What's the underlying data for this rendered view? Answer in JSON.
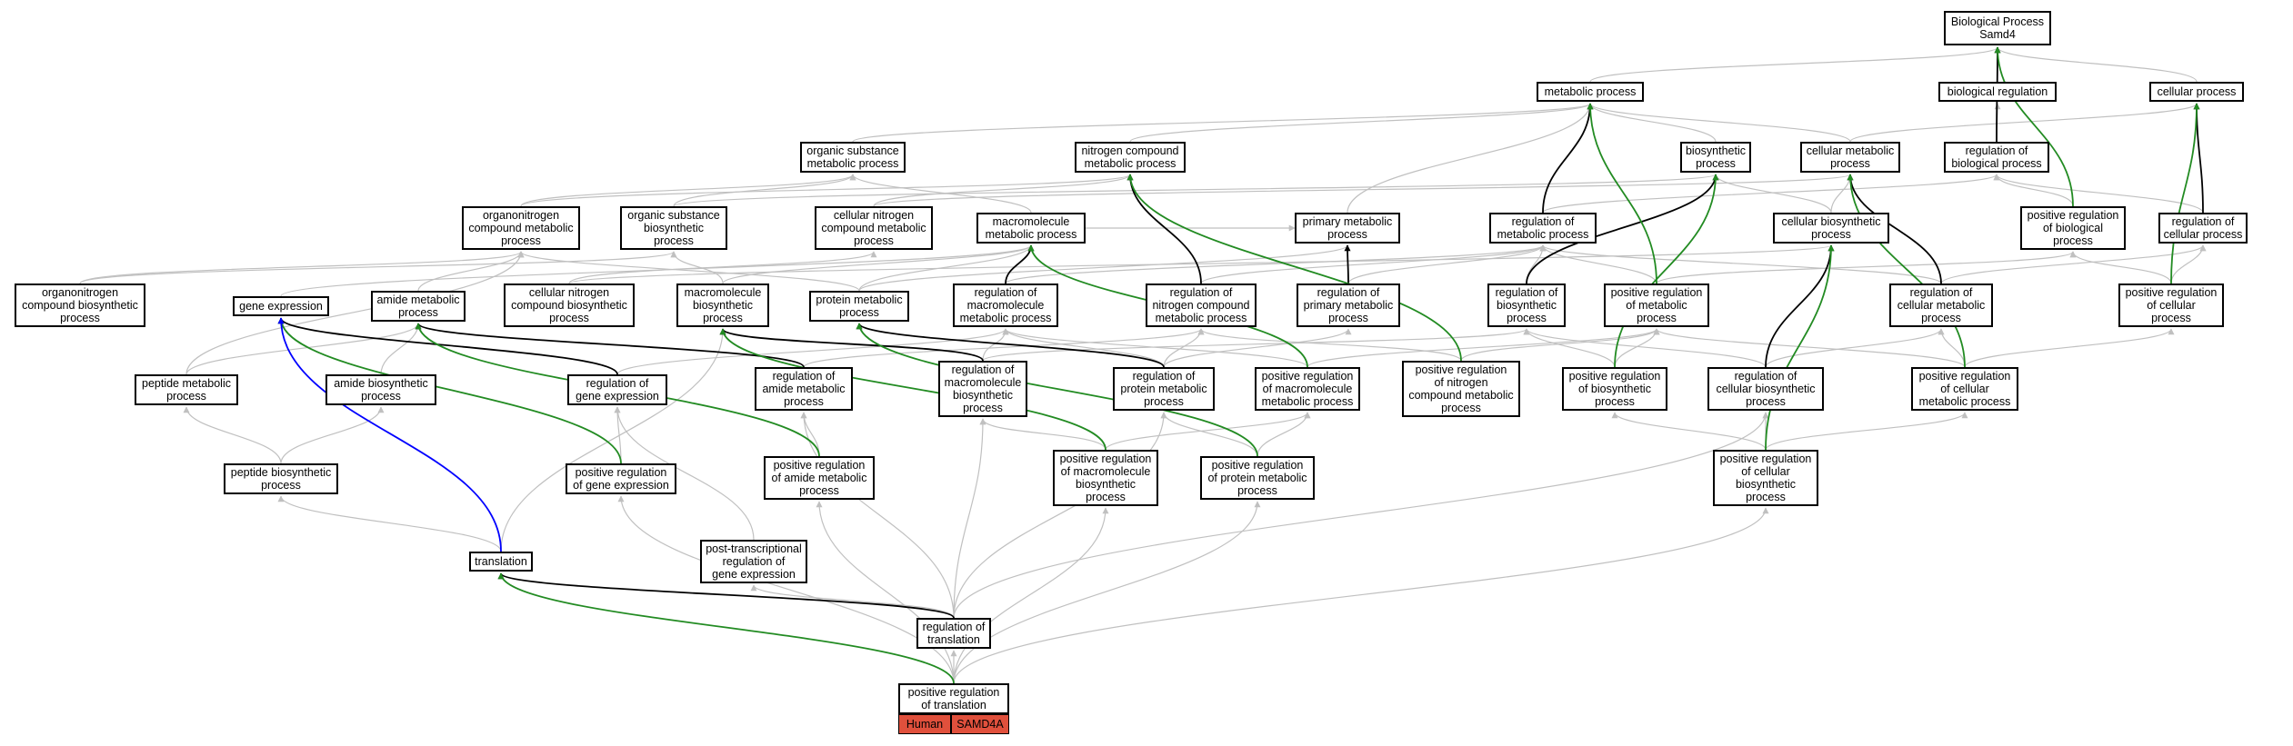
{
  "colors": {
    "grey": "#c0c0c0",
    "black": "#000000",
    "green": "#228b22",
    "blue": "#0000ff",
    "tag": "#e0503c"
  },
  "graph_title": "Biological Process\nSamd4",
  "tags": {
    "species": "Human",
    "gene": "SAMD4A"
  },
  "nodes": {
    "root": "Biological Process\nSamd4",
    "metabolic": "metabolic process",
    "bioreg": "biological regulation",
    "cellular": "cellular process",
    "orgsub_met": "organic substance\nmetabolic process",
    "nitro_met": "nitrogen compound\nmetabolic process",
    "biosyn": "biosynthetic\nprocess",
    "cell_met": "cellular metabolic\nprocess",
    "reg_bio": "regulation of\nbiological process",
    "orgnitro_met": "organonitrogen\ncompound metabolic\nprocess",
    "orgsub_bio": "organic substance\nbiosynthetic\nprocess",
    "cellnitro_met": "cellular nitrogen\ncompound metabolic\nprocess",
    "macro_met": "macromolecule\nmetabolic process",
    "primary_met": "primary metabolic\nprocess",
    "reg_met": "regulation of\nmetabolic process",
    "cell_bio": "cellular biosynthetic\nprocess",
    "posreg_bio": "positive regulation\nof biological\nprocess",
    "reg_cell": "regulation of\ncellular process",
    "orgnitro_bio": "organonitrogen\ncompound biosynthetic\nprocess",
    "gene_expr": "gene expression",
    "amide_met": "amide metabolic\nprocess",
    "cellnitro_bio": "cellular nitrogen\ncompound biosynthetic\nprocess",
    "macro_bio": "macromolecule\nbiosynthetic\nprocess",
    "protein_met": "protein metabolic\nprocess",
    "reg_macro_met": "regulation of\nmacromolecule\nmetabolic process",
    "reg_nitro": "regulation of\nnitrogen compound\nmetabolic process",
    "reg_prim": "regulation of\nprimary metabolic\nprocess",
    "reg_biosyn": "regulation of\nbiosynthetic\nprocess",
    "posreg_met": "positive regulation\nof metabolic\nprocess",
    "reg_cell_met": "regulation of\ncellular metabolic\nprocess",
    "posreg_cell": "positive regulation\nof cellular\nprocess",
    "peptide_met": "peptide metabolic\nprocess",
    "amide_bio": "amide biosynthetic\nprocess",
    "reg_gene": "regulation of\ngene expression",
    "reg_amide": "regulation of\namide metabolic\nprocess",
    "reg_macro_bio": "regulation of\nmacromolecule\nbiosynthetic\nprocess",
    "reg_protein": "regulation of\nprotein metabolic\nprocess",
    "posreg_macro_met": "positive regulation\nof macromolecule\nmetabolic process",
    "posreg_nitro": "positive regulation\nof nitrogen\ncompound metabolic\nprocess",
    "posreg_biosyn": "positive regulation\nof biosynthetic\nprocess",
    "reg_cell_bio": "regulation of\ncellular biosynthetic\nprocess",
    "posreg_cell_met": "positive regulation\nof cellular\nmetabolic process",
    "peptide_bio": "peptide biosynthetic\nprocess",
    "posreg_gene": "positive regulation\nof gene expression",
    "posreg_amide": "positive regulation\nof amide metabolic\nprocess",
    "posreg_macro_bio": "positive regulation\nof macromolecule\nbiosynthetic\nprocess",
    "posreg_protein": "positive regulation\nof protein metabolic\nprocess",
    "posreg_cell_bio": "positive regulation\nof cellular\nbiosynthetic\nprocess",
    "translation": "translation",
    "post_trans": "post-transcriptional\nregulation of\ngene expression",
    "reg_trans": "regulation of\ntranslation",
    "posreg_trans": "positive regulation\nof translation"
  },
  "edges": [
    {
      "from": "metabolic",
      "to": "root",
      "kind": "grey"
    },
    {
      "from": "bioreg",
      "to": "root",
      "kind": "grey"
    },
    {
      "from": "cellular",
      "to": "root",
      "kind": "grey"
    },
    {
      "from": "reg_bio",
      "to": "root",
      "kind": "black"
    },
    {
      "from": "posreg_bio",
      "to": "root",
      "kind": "green"
    },
    {
      "from": "reg_bio",
      "to": "bioreg",
      "kind": "grey"
    },
    {
      "from": "orgsub_met",
      "to": "metabolic",
      "kind": "grey"
    },
    {
      "from": "nitro_met",
      "to": "metabolic",
      "kind": "grey"
    },
    {
      "from": "biosyn",
      "to": "metabolic",
      "kind": "grey"
    },
    {
      "from": "cell_met",
      "to": "metabolic",
      "kind": "grey"
    },
    {
      "from": "primary_met",
      "to": "metabolic",
      "kind": "grey"
    },
    {
      "from": "reg_met",
      "to": "metabolic",
      "kind": "black"
    },
    {
      "from": "posreg_met",
      "to": "metabolic",
      "kind": "green"
    },
    {
      "from": "cell_met",
      "to": "cellular",
      "kind": "grey"
    },
    {
      "from": "reg_cell",
      "to": "cellular",
      "kind": "black"
    },
    {
      "from": "posreg_cell",
      "to": "cellular",
      "kind": "green"
    },
    {
      "from": "reg_biosyn",
      "to": "biosyn",
      "kind": "black"
    },
    {
      "from": "posreg_biosyn",
      "to": "biosyn",
      "kind": "green"
    },
    {
      "from": "cell_bio",
      "to": "biosyn",
      "kind": "grey"
    },
    {
      "from": "orgsub_bio",
      "to": "biosyn",
      "kind": "grey"
    },
    {
      "from": "reg_cell_met",
      "to": "cell_met",
      "kind": "black"
    },
    {
      "from": "posreg_cell_met",
      "to": "cell_met",
      "kind": "green"
    },
    {
      "from": "cell_bio",
      "to": "cell_met",
      "kind": "grey"
    },
    {
      "from": "cellnitro_met",
      "to": "cell_met",
      "kind": "grey"
    },
    {
      "from": "reg_met",
      "to": "reg_bio",
      "kind": "grey"
    },
    {
      "from": "reg_cell",
      "to": "reg_bio",
      "kind": "grey"
    },
    {
      "from": "posreg_bio",
      "to": "reg_bio",
      "kind": "grey"
    },
    {
      "from": "reg_nitro",
      "to": "nitro_met",
      "kind": "black"
    },
    {
      "from": "posreg_nitro",
      "to": "nitro_met",
      "kind": "green"
    },
    {
      "from": "orgnitro_met",
      "to": "nitro_met",
      "kind": "grey"
    },
    {
      "from": "cellnitro_met",
      "to": "nitro_met",
      "kind": "grey"
    },
    {
      "from": "macro_met",
      "to": "orgsub_met",
      "kind": "grey"
    },
    {
      "from": "orgnitro_met",
      "to": "orgsub_met",
      "kind": "grey"
    },
    {
      "from": "orgsub_bio",
      "to": "orgsub_met",
      "kind": "grey"
    },
    {
      "from": "amide_met",
      "to": "orgnitro_met",
      "kind": "grey"
    },
    {
      "from": "protein_met",
      "to": "orgnitro_met",
      "kind": "grey"
    },
    {
      "from": "peptide_met",
      "to": "orgnitro_met",
      "kind": "grey"
    },
    {
      "from": "orgnitro_bio",
      "to": "orgnitro_met",
      "kind": "grey"
    },
    {
      "from": "macro_bio",
      "to": "orgsub_bio",
      "kind": "grey"
    },
    {
      "from": "orgnitro_bio",
      "to": "orgsub_bio",
      "kind": "grey"
    },
    {
      "from": "cellnitro_bio",
      "to": "cellnitro_met",
      "kind": "grey"
    },
    {
      "from": "reg_macro_met",
      "to": "macro_met",
      "kind": "black"
    },
    {
      "from": "posreg_macro_met",
      "to": "macro_met",
      "kind": "green"
    },
    {
      "from": "gene_expr",
      "to": "macro_met",
      "kind": "grey"
    },
    {
      "from": "macro_bio",
      "to": "macro_met",
      "kind": "grey"
    },
    {
      "from": "protein_met",
      "to": "macro_met",
      "kind": "grey"
    },
    {
      "from": "macro_met",
      "to": "primary_met",
      "kind": "grey"
    },
    {
      "from": "protein_met",
      "to": "primary_met",
      "kind": "grey"
    },
    {
      "from": "reg_prim",
      "to": "primary_met",
      "kind": "black"
    },
    {
      "from": "reg_biosyn",
      "to": "reg_met",
      "kind": "grey"
    },
    {
      "from": "posreg_met",
      "to": "reg_met",
      "kind": "grey"
    },
    {
      "from": "reg_cell_met",
      "to": "reg_met",
      "kind": "grey"
    },
    {
      "from": "reg_macro_met",
      "to": "reg_met",
      "kind": "grey"
    },
    {
      "from": "reg_nitro",
      "to": "reg_met",
      "kind": "grey"
    },
    {
      "from": "reg_prim",
      "to": "reg_met",
      "kind": "grey"
    },
    {
      "from": "reg_cell_bio",
      "to": "cell_bio",
      "kind": "black"
    },
    {
      "from": "posreg_cell_bio",
      "to": "cell_bio",
      "kind": "green"
    },
    {
      "from": "cellnitro_bio",
      "to": "cell_bio",
      "kind": "grey"
    },
    {
      "from": "posreg_met",
      "to": "posreg_bio",
      "kind": "grey"
    },
    {
      "from": "posreg_cell",
      "to": "posreg_bio",
      "kind": "grey"
    },
    {
      "from": "reg_cell_met",
      "to": "reg_cell",
      "kind": "grey"
    },
    {
      "from": "posreg_cell",
      "to": "reg_cell",
      "kind": "grey"
    },
    {
      "from": "translation",
      "to": "gene_expr",
      "kind": "blue"
    },
    {
      "from": "reg_gene",
      "to": "gene_expr",
      "kind": "black"
    },
    {
      "from": "posreg_gene",
      "to": "gene_expr",
      "kind": "green"
    },
    {
      "from": "reg_amide",
      "to": "amide_met",
      "kind": "black"
    },
    {
      "from": "posreg_amide",
      "to": "amide_met",
      "kind": "green"
    },
    {
      "from": "peptide_met",
      "to": "amide_met",
      "kind": "grey"
    },
    {
      "from": "amide_bio",
      "to": "amide_met",
      "kind": "grey"
    },
    {
      "from": "reg_macro_bio",
      "to": "macro_bio",
      "kind": "black"
    },
    {
      "from": "posreg_macro_bio",
      "to": "macro_bio",
      "kind": "green"
    },
    {
      "from": "translation",
      "to": "macro_bio",
      "kind": "grey"
    },
    {
      "from": "reg_protein",
      "to": "protein_met",
      "kind": "black"
    },
    {
      "from": "posreg_protein",
      "to": "protein_met",
      "kind": "green"
    },
    {
      "from": "reg_gene",
      "to": "reg_macro_met",
      "kind": "grey"
    },
    {
      "from": "reg_macro_bio",
      "to": "reg_macro_met",
      "kind": "grey"
    },
    {
      "from": "reg_protein",
      "to": "reg_macro_met",
      "kind": "grey"
    },
    {
      "from": "posreg_macro_met",
      "to": "reg_macro_met",
      "kind": "grey"
    },
    {
      "from": "reg_amide",
      "to": "reg_nitro",
      "kind": "grey"
    },
    {
      "from": "reg_protein",
      "to": "reg_nitro",
      "kind": "grey"
    },
    {
      "from": "posreg_nitro",
      "to": "reg_nitro",
      "kind": "grey"
    },
    {
      "from": "reg_protein",
      "to": "reg_prim",
      "kind": "grey"
    },
    {
      "from": "reg_macro_bio",
      "to": "reg_biosyn",
      "kind": "grey"
    },
    {
      "from": "reg_cell_bio",
      "to": "reg_biosyn",
      "kind": "grey"
    },
    {
      "from": "posreg_biosyn",
      "to": "reg_biosyn",
      "kind": "grey"
    },
    {
      "from": "posreg_biosyn",
      "to": "posreg_met",
      "kind": "grey"
    },
    {
      "from": "posreg_cell_met",
      "to": "posreg_met",
      "kind": "grey"
    },
    {
      "from": "posreg_macro_met",
      "to": "posreg_met",
      "kind": "grey"
    },
    {
      "from": "posreg_nitro",
      "to": "posreg_met",
      "kind": "grey"
    },
    {
      "from": "reg_cell_bio",
      "to": "reg_cell_met",
      "kind": "grey"
    },
    {
      "from": "posreg_cell_met",
      "to": "reg_cell_met",
      "kind": "grey"
    },
    {
      "from": "posreg_cell_met",
      "to": "posreg_cell",
      "kind": "grey"
    },
    {
      "from": "peptide_bio",
      "to": "peptide_met",
      "kind": "grey"
    },
    {
      "from": "peptide_bio",
      "to": "amide_bio",
      "kind": "grey"
    },
    {
      "from": "posreg_gene",
      "to": "reg_gene",
      "kind": "grey"
    },
    {
      "from": "post_trans",
      "to": "reg_gene",
      "kind": "grey"
    },
    {
      "from": "posreg_amide",
      "to": "reg_amide",
      "kind": "grey"
    },
    {
      "from": "posreg_macro_bio",
      "to": "reg_macro_bio",
      "kind": "grey"
    },
    {
      "from": "posreg_protein",
      "to": "reg_protein",
      "kind": "grey"
    },
    {
      "from": "posreg_macro_bio",
      "to": "posreg_macro_met",
      "kind": "grey"
    },
    {
      "from": "posreg_protein",
      "to": "posreg_macro_met",
      "kind": "grey"
    },
    {
      "from": "posreg_cell_bio",
      "to": "posreg_biosyn",
      "kind": "grey"
    },
    {
      "from": "posreg_cell_bio",
      "to": "reg_cell_bio",
      "kind": "grey"
    },
    {
      "from": "posreg_cell_bio",
      "to": "posreg_cell_met",
      "kind": "grey"
    },
    {
      "from": "translation",
      "to": "peptide_bio",
      "kind": "grey"
    },
    {
      "from": "reg_trans",
      "to": "translation",
      "kind": "black"
    },
    {
      "from": "posreg_trans",
      "to": "translation",
      "kind": "green"
    },
    {
      "from": "reg_trans",
      "to": "post_trans",
      "kind": "grey"
    },
    {
      "from": "reg_trans",
      "to": "reg_amide",
      "kind": "grey"
    },
    {
      "from": "reg_trans",
      "to": "reg_macro_bio",
      "kind": "grey"
    },
    {
      "from": "reg_trans",
      "to": "reg_protein",
      "kind": "grey"
    },
    {
      "from": "reg_trans",
      "to": "reg_cell_bio",
      "kind": "grey"
    },
    {
      "from": "posreg_trans",
      "to": "reg_trans",
      "kind": "grey"
    },
    {
      "from": "posreg_trans",
      "to": "posreg_gene",
      "kind": "grey"
    },
    {
      "from": "posreg_trans",
      "to": "posreg_amide",
      "kind": "grey"
    },
    {
      "from": "posreg_trans",
      "to": "posreg_macro_bio",
      "kind": "grey"
    },
    {
      "from": "posreg_trans",
      "to": "posreg_protein",
      "kind": "grey"
    },
    {
      "from": "posreg_trans",
      "to": "posreg_cell_bio",
      "kind": "grey"
    }
  ]
}
